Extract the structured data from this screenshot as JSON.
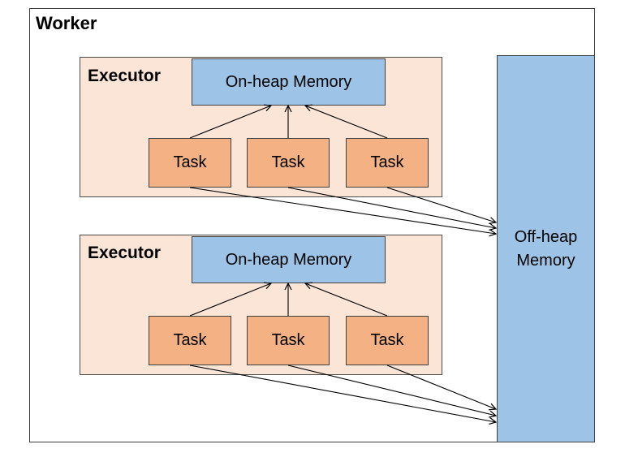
{
  "worker": {
    "title": "Worker"
  },
  "executors": [
    {
      "title": "Executor",
      "on_heap": "On-heap Memory",
      "tasks": [
        "Task",
        "Task",
        "Task"
      ]
    },
    {
      "title": "Executor",
      "on_heap": "On-heap Memory",
      "tasks": [
        "Task",
        "Task",
        "Task"
      ]
    }
  ],
  "off_heap": {
    "line1": "Off-heap",
    "line2": "Memory"
  },
  "colors": {
    "executor_fill": "#fbe5d6",
    "memory_fill": "#9dc3e6",
    "task_fill": "#f4b183"
  }
}
